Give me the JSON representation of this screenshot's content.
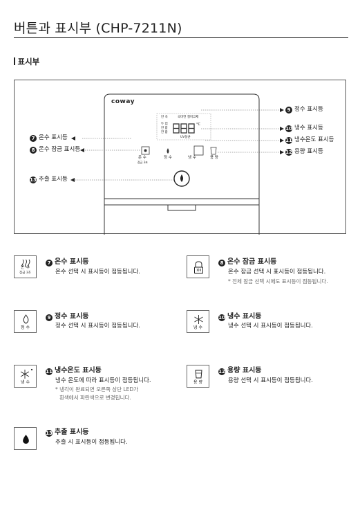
{
  "page": {
    "title": "버튼과 표시부 (CHP-7211N)",
    "section": "표시부"
  },
  "device": {
    "brand": "coway",
    "display": {
      "top_labels": "만 속",
      "top_labels2": "곡미연 절미고제",
      "left_labels": [
        "두 업",
        "한 합",
        "한 합"
      ],
      "digits": "888",
      "unit": "°C",
      "bottom_label": "UV살균"
    },
    "buttons": [
      {
        "label": "온 수",
        "sub": "잠금 3초"
      },
      {
        "label": "정 수"
      },
      {
        "label": "냉 수"
      },
      {
        "label": "용 량"
      }
    ]
  },
  "callouts": [
    {
      "num": "7",
      "label": "온수 표시등"
    },
    {
      "num": "8",
      "label": "온수 잠금 표시등"
    },
    {
      "num": "13",
      "label": "추출 표시등"
    },
    {
      "num": "9",
      "label": "정수 표시등"
    },
    {
      "num": "10",
      "label": "냉수 표시등"
    },
    {
      "num": "11",
      "label": "냉수온도 표시등"
    },
    {
      "num": "12",
      "label": "용량 표시등"
    }
  ],
  "features": [
    {
      "num": "7",
      "title": "온수 표시등",
      "desc": "온수 선택 시 표시등이 점등됩니다.",
      "icon_caption": "온 수\n잠금 3초",
      "icon": "hot-water-icon"
    },
    {
      "num": "8",
      "title": "온수 잠금 표시등",
      "desc": "온수 잠금 선택 시 표시등이 점등됩니다.",
      "note": "* 전체 잠금 선택 시에도 표시등이 점등됩니다.",
      "icon": "hot-water-lock-icon"
    },
    {
      "num": "9",
      "title": "정수 표시등",
      "desc": "정수 선택 시 표시등이 점등됩니다.",
      "icon_caption": "정 수",
      "icon": "water-drop-icon"
    },
    {
      "num": "10",
      "title": "냉수 표시등",
      "desc": "냉수 선택 시 표시등이 점등됩니다.",
      "icon_caption": "냉 수",
      "icon": "snowflake-icon"
    },
    {
      "num": "11",
      "title": "냉수온도 표시등",
      "desc": "냉수 온도에 따라 표시등이 점등됩니다.",
      "note": "* 냉각이 완료되면 오른쪽 상단 LED가",
      "note2": "흰색에서 파란색으로 변경됩니다.",
      "icon_caption": "냉 수",
      "icon": "snowflake-led-icon"
    },
    {
      "num": "12",
      "title": "용량 표시등",
      "desc": "용량 선택 시 표시등이 점등됩니다.",
      "icon_caption": "용 량",
      "icon": "cup-icon"
    },
    {
      "num": "13",
      "title": "추출 표시등",
      "desc": "추출 시 표시등이 점등됩니다.",
      "icon": "dispense-drop-icon"
    }
  ]
}
